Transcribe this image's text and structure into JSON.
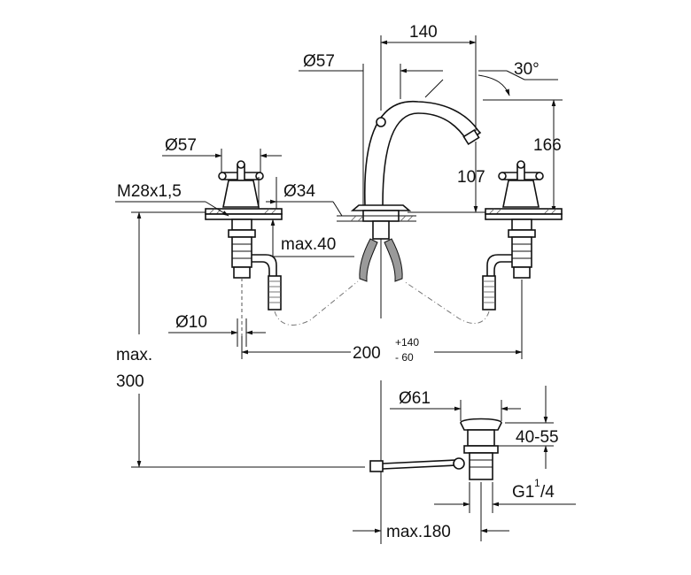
{
  "labels": {
    "d57_spout": "Ø57",
    "spout_reach": "140",
    "angle": "30°",
    "height_total": "166",
    "height_spout": "107",
    "d57_handle": "Ø57",
    "thread": "M28x1,5",
    "d34": "Ø34",
    "max40": "max.40",
    "d10": "Ø10",
    "spread_base": "200",
    "spread_plus": "+140",
    "spread_minus": "- 60",
    "max_label": "max.",
    "max_value": "300",
    "d61": "Ø61",
    "range_40_55": "40-55",
    "g_thread": "G1",
    "g_num": "1",
    "g_den": "/4",
    "max180": "max.180"
  }
}
